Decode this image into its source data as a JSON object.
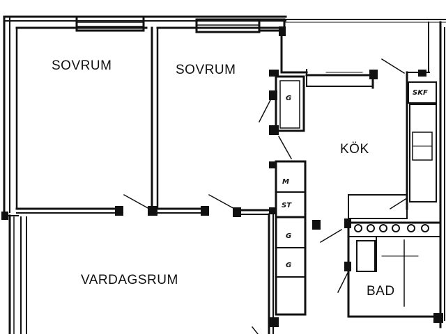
{
  "plan": {
    "rooms": [
      {
        "id": "sovrum-1",
        "label": "SOVRUM"
      },
      {
        "id": "sovrum-2",
        "label": "SOVRUM"
      },
      {
        "id": "kok",
        "label": "KÖK"
      },
      {
        "id": "vardagsrum",
        "label": "VARDAGSRUM"
      },
      {
        "id": "bad",
        "label": "BAD"
      }
    ],
    "fixtures": [
      {
        "id": "wardrobe-closet-1",
        "label": "G"
      },
      {
        "id": "wardrobe-top",
        "label": "M"
      },
      {
        "id": "wardrobe-middle",
        "label": "ST"
      },
      {
        "id": "wardrobe-lower",
        "label": "G"
      },
      {
        "id": "wardrobe-bottom",
        "label": "G"
      },
      {
        "id": "kitchen-cabinet",
        "label": "SKF"
      }
    ],
    "colors": {
      "ink": "#111111",
      "paper": "#ffffff"
    }
  }
}
